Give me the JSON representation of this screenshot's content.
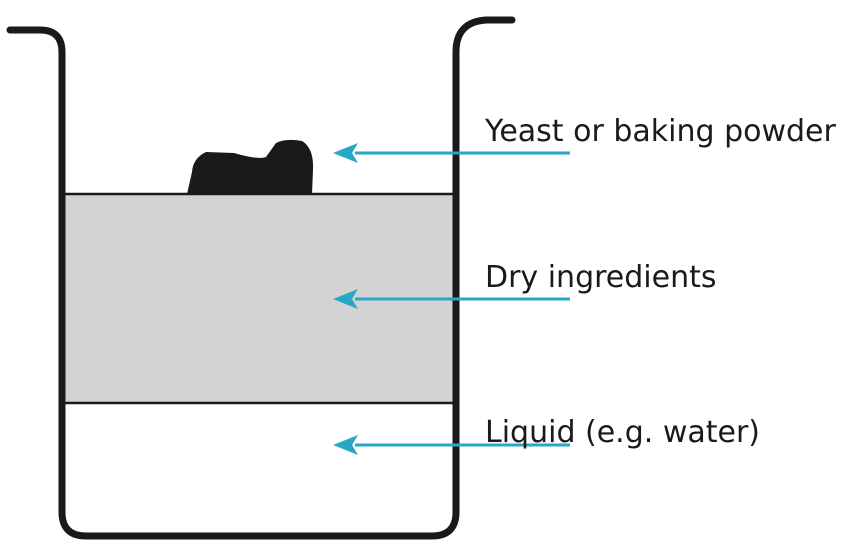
{
  "labels": {
    "yeast": "Yeast or baking powder",
    "dry": "Dry ingredients",
    "liquid": "Liquid (e.g. water)"
  },
  "colors": {
    "container_stroke": "#1a1a1a",
    "dry_fill": "#d3d3d3",
    "yeast_fill": "#1a1a1a",
    "arrow": "#26a9c4"
  }
}
